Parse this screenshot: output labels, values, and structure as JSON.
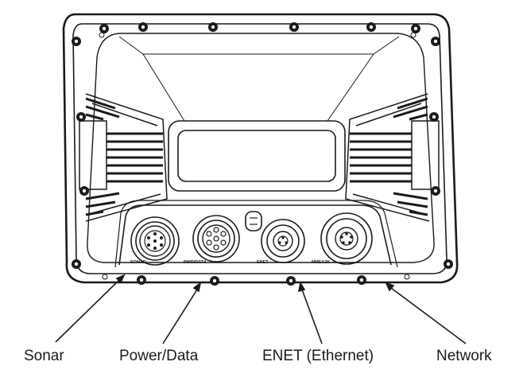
{
  "callouts": {
    "sonar": "Sonar",
    "power_data": "Power/Data",
    "enet": "ENET (Ethernet)",
    "network": "Network"
  },
  "port_labels": {
    "sonar": "SONAR",
    "power_data": "PWR/DATA",
    "enet": "ENET",
    "network": "NMEA2K"
  },
  "colors": {
    "line": "#1a1a1a",
    "background": "#ffffff"
  }
}
